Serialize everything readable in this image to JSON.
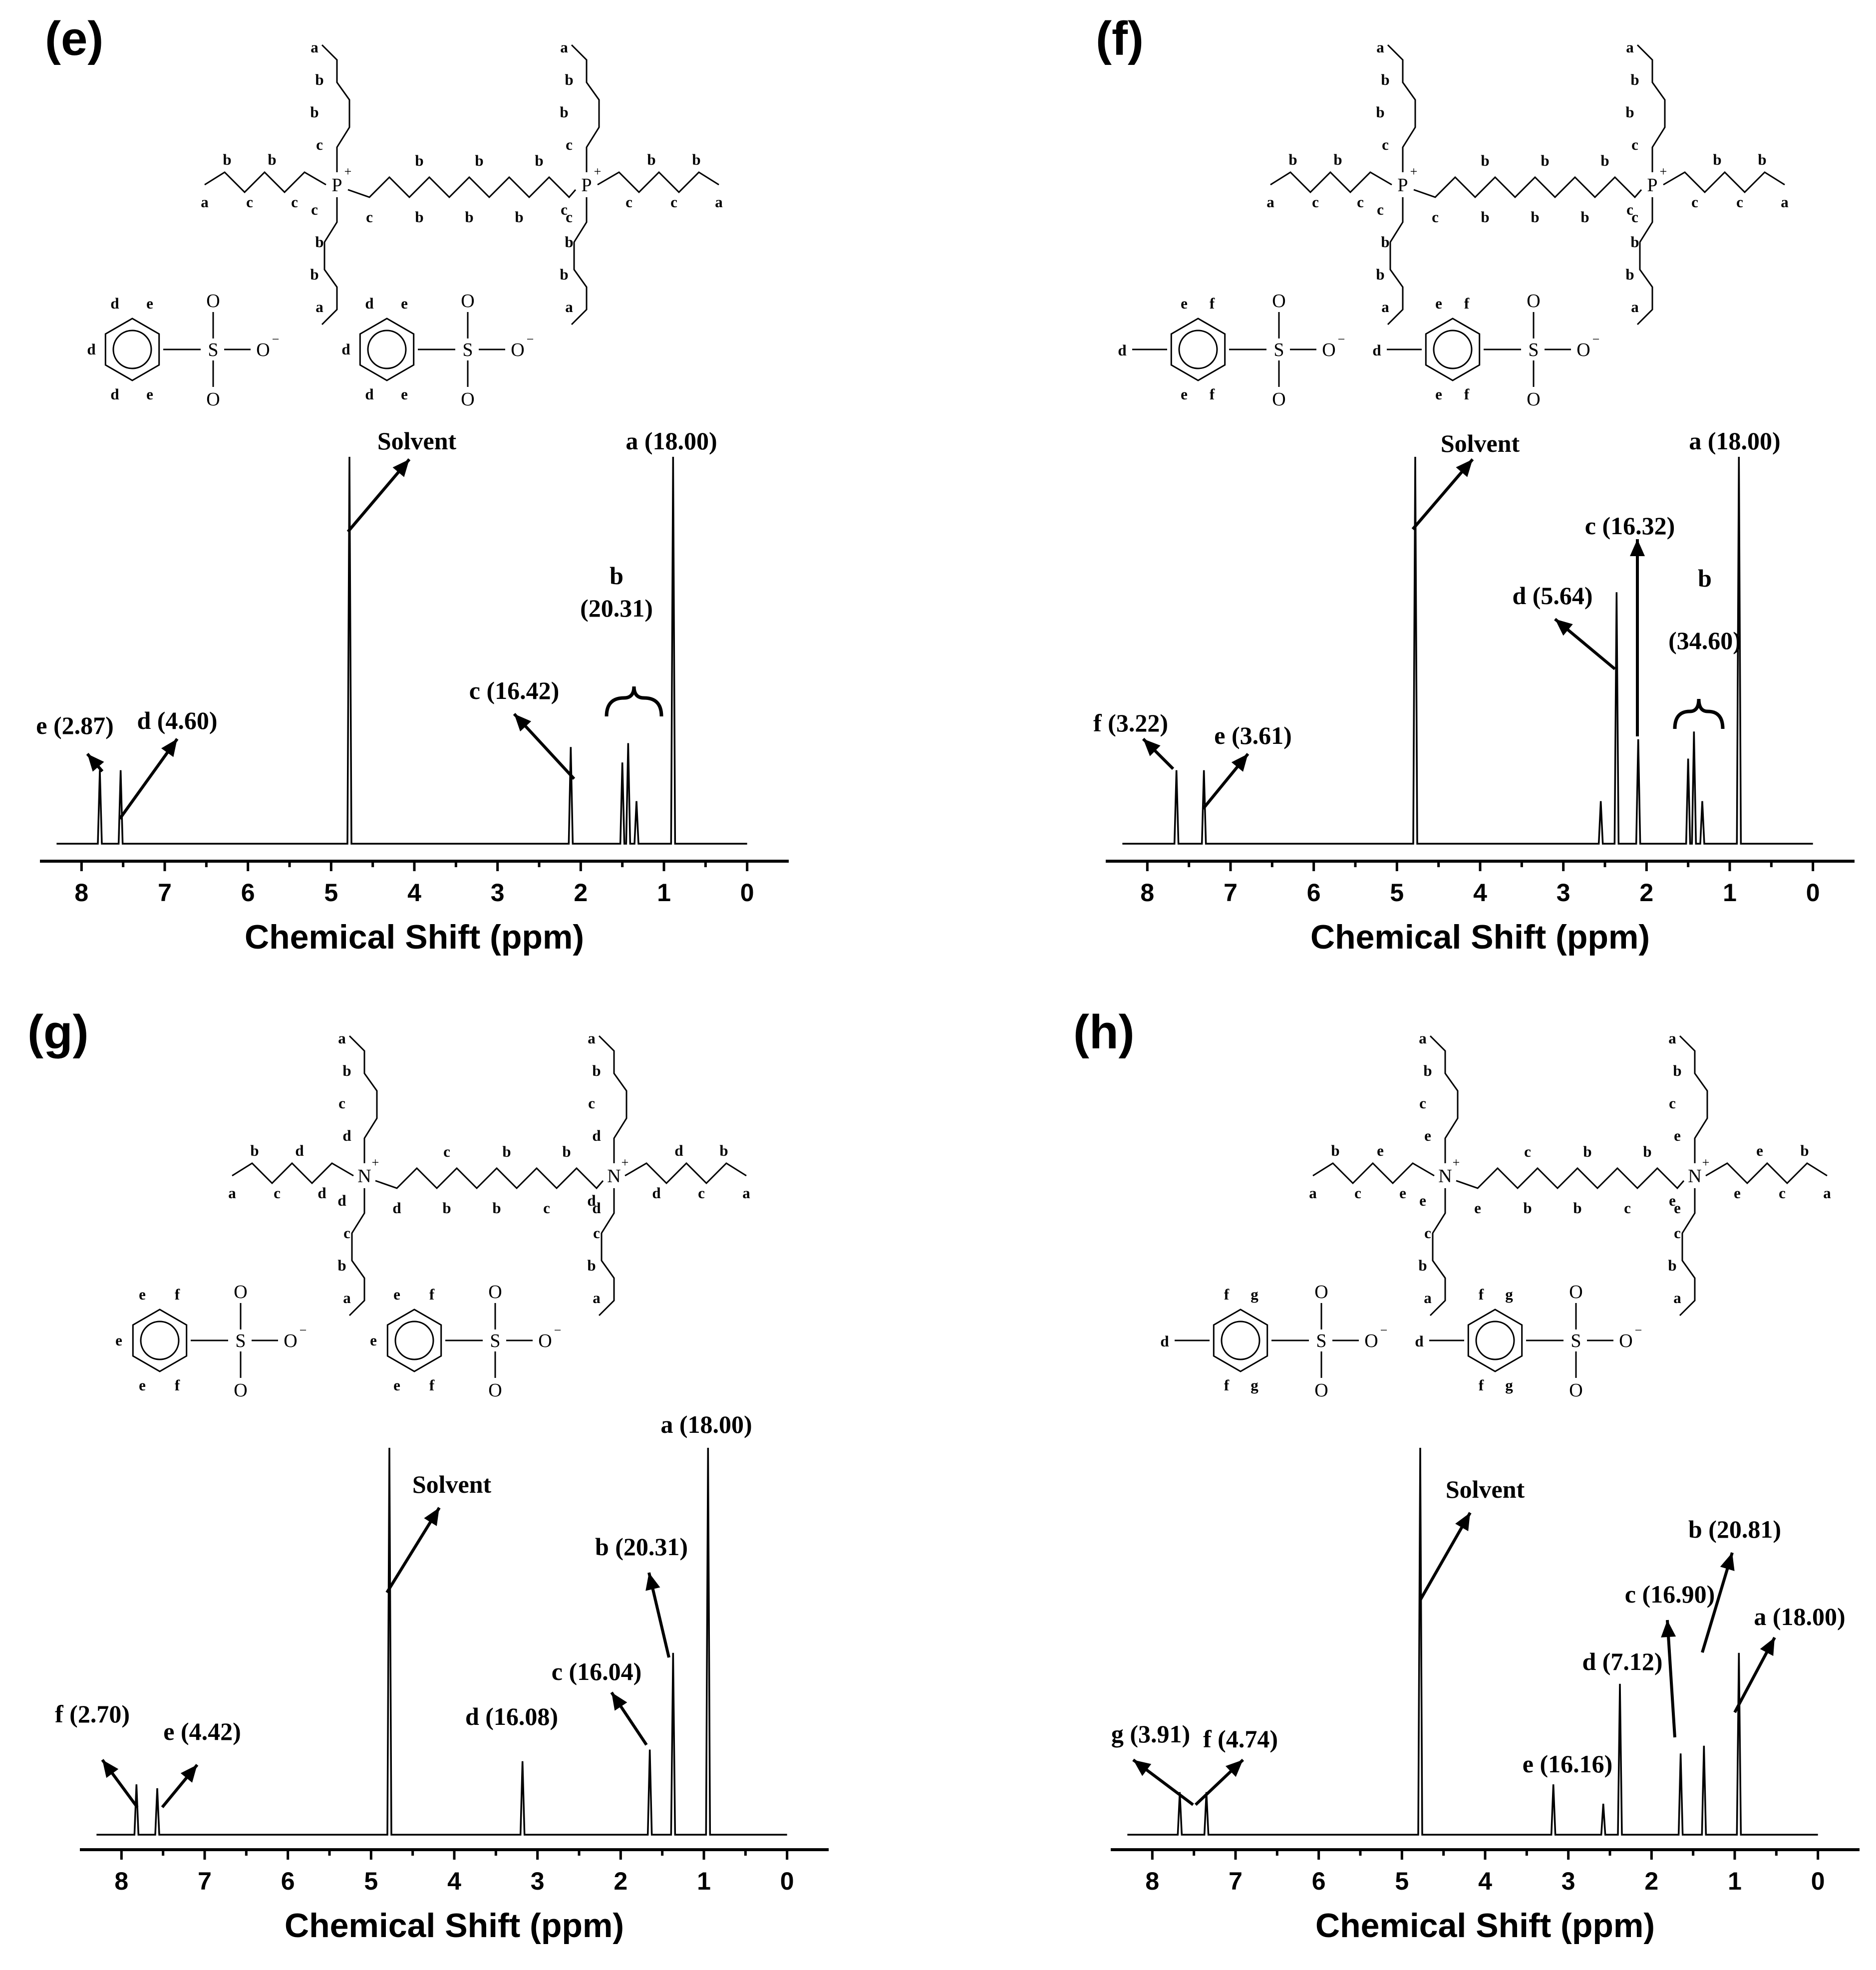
{
  "axis_title": "Chemical Shift (ppm)",
  "solvent_label": "Solvent",
  "structure_atoms": {
    "phosphorus": "P",
    "nitrogen": "N",
    "sulfur": "S",
    "oxygen": "O",
    "charge_plus": "+",
    "charge_minus": "−"
  },
  "chart_data": [
    {
      "panel": "(e)",
      "type": "line",
      "xlabel": "Chemical Shift (ppm)",
      "x_axis_reversed": true,
      "xlim": [
        8.5,
        -0.5
      ],
      "xticks": [
        "8",
        "7",
        "6",
        "5",
        "4",
        "3",
        "2",
        "1",
        "0"
      ],
      "peaks": [
        {
          "ppm": 7.78,
          "height": 0.19
        },
        {
          "ppm": 7.53,
          "height": 0.19
        },
        {
          "ppm": 4.78,
          "height": 1.0
        },
        {
          "ppm": 2.12,
          "height": 0.25
        },
        {
          "ppm": 1.5,
          "height": 0.21
        },
        {
          "ppm": 1.43,
          "height": 0.26
        },
        {
          "ppm": 1.33,
          "height": 0.11
        },
        {
          "ppm": 0.89,
          "height": 1.0
        }
      ],
      "annotations": [
        {
          "label": "e (2.87)"
        },
        {
          "label": "d (4.60)"
        },
        {
          "label": "Solvent"
        },
        {
          "label": "c (16.42)"
        },
        {
          "label": "b"
        },
        {
          "label": "(20.31)"
        },
        {
          "label": "a (18.00)"
        }
      ],
      "cation": "phosphonium",
      "cation_labels": {
        "left_arm": [
          "a",
          "b",
          "c",
          "b",
          "c"
        ],
        "up_arm": [
          "a",
          "b",
          "b",
          "c"
        ],
        "down_arm": [
          "c",
          "b",
          "b",
          "a"
        ],
        "linker_top": [
          "b",
          "b",
          "b"
        ],
        "linker_bottom": [
          "c",
          "b",
          "b",
          "b",
          "c"
        ]
      },
      "anion": "benzenesulfonate",
      "anion_labels": [
        "d",
        "e",
        "d",
        "d",
        "e"
      ]
    },
    {
      "panel": "(f)",
      "type": "line",
      "xlabel": "Chemical Shift (ppm)",
      "x_axis_reversed": true,
      "xlim": [
        8.5,
        -0.5
      ],
      "xticks": [
        "8",
        "7",
        "6",
        "5",
        "4",
        "3",
        "2",
        "1",
        "0"
      ],
      "peaks": [
        {
          "ppm": 7.65,
          "height": 0.19
        },
        {
          "ppm": 7.32,
          "height": 0.19
        },
        {
          "ppm": 4.78,
          "height": 1.0
        },
        {
          "ppm": 2.55,
          "height": 0.11
        },
        {
          "ppm": 2.36,
          "height": 0.65
        },
        {
          "ppm": 2.1,
          "height": 0.27
        },
        {
          "ppm": 1.5,
          "height": 0.22
        },
        {
          "ppm": 1.43,
          "height": 0.29
        },
        {
          "ppm": 1.33,
          "height": 0.11
        },
        {
          "ppm": 0.89,
          "height": 1.0
        }
      ],
      "annotations": [
        {
          "label": "f (3.22)"
        },
        {
          "label": "e (3.61)"
        },
        {
          "label": "Solvent"
        },
        {
          "label": "d (5.64)"
        },
        {
          "label": "c (16.32)"
        },
        {
          "label": "b"
        },
        {
          "label": "(34.60)"
        },
        {
          "label": "a (18.00)"
        }
      ],
      "cation": "phosphonium",
      "cation_labels": {
        "left_arm": [
          "a",
          "b",
          "c",
          "b",
          "c"
        ],
        "up_arm": [
          "a",
          "b",
          "b",
          "c"
        ],
        "down_arm": [
          "c",
          "b",
          "b",
          "a"
        ],
        "linker_top": [
          "b",
          "b",
          "b"
        ],
        "linker_bottom": [
          "c",
          "b",
          "b",
          "b",
          "c"
        ]
      },
      "anion": "p-toluenesulfonate",
      "anion_labels": [
        "d",
        "e",
        "f",
        "e",
        "f"
      ]
    },
    {
      "panel": "(g)",
      "type": "line",
      "xlabel": "Chemical Shift (ppm)",
      "x_axis_reversed": true,
      "xlim": [
        8.5,
        -0.5
      ],
      "xticks": [
        "8",
        "7",
        "6",
        "5",
        "4",
        "3",
        "2",
        "1",
        "0"
      ],
      "peaks": [
        {
          "ppm": 7.82,
          "height": 0.13
        },
        {
          "ppm": 7.57,
          "height": 0.12
        },
        {
          "ppm": 4.78,
          "height": 1.0
        },
        {
          "ppm": 3.18,
          "height": 0.19
        },
        {
          "ppm": 1.65,
          "height": 0.22
        },
        {
          "ppm": 1.37,
          "height": 0.47
        },
        {
          "ppm": 0.95,
          "height": 1.0
        }
      ],
      "annotations": [
        {
          "label": "f (2.70)"
        },
        {
          "label": "e (4.42)"
        },
        {
          "label": "Solvent"
        },
        {
          "label": "d (16.08)"
        },
        {
          "label": "c (16.04)"
        },
        {
          "label": "b (20.31)"
        },
        {
          "label": "a (18.00)"
        }
      ],
      "cation": "ammonium",
      "cation_labels": {
        "left_arm": [
          "a",
          "b",
          "c",
          "d",
          "d"
        ],
        "up_arm": [
          "a",
          "b",
          "c",
          "d"
        ],
        "down_arm": [
          "d",
          "c",
          "b",
          "a"
        ],
        "linker_top": [
          "c",
          "b",
          "b"
        ],
        "linker_bottom": [
          "d",
          "b",
          "b",
          "c",
          "d"
        ]
      },
      "anion": "benzenesulfonate",
      "anion_labels": [
        "e",
        "f",
        "e",
        "e",
        "f"
      ]
    },
    {
      "panel": "(h)",
      "type": "line",
      "xlabel": "Chemical Shift (ppm)",
      "x_axis_reversed": true,
      "xlim": [
        8.5,
        -0.5
      ],
      "xticks": [
        "8",
        "7",
        "6",
        "5",
        "4",
        "3",
        "2",
        "1",
        "0"
      ],
      "peaks": [
        {
          "ppm": 7.67,
          "height": 0.11
        },
        {
          "ppm": 7.35,
          "height": 0.11
        },
        {
          "ppm": 4.78,
          "height": 1.0
        },
        {
          "ppm": 3.18,
          "height": 0.13
        },
        {
          "ppm": 2.58,
          "height": 0.08
        },
        {
          "ppm": 2.38,
          "height": 0.39
        },
        {
          "ppm": 1.65,
          "height": 0.21
        },
        {
          "ppm": 1.37,
          "height": 0.23
        },
        {
          "ppm": 0.95,
          "height": 0.47
        }
      ],
      "annotations": [
        {
          "label": "g (3.91)"
        },
        {
          "label": "f (4.74)"
        },
        {
          "label": "Solvent"
        },
        {
          "label": "e (16.16)"
        },
        {
          "label": "d (7.12)"
        },
        {
          "label": "c (16.90)"
        },
        {
          "label": "b (20.81)"
        },
        {
          "label": "a (18.00)"
        }
      ],
      "cation": "ammonium",
      "cation_labels": {
        "left_arm": [
          "a",
          "b",
          "c",
          "e",
          "e"
        ],
        "up_arm": [
          "a",
          "b",
          "c",
          "e"
        ],
        "down_arm": [
          "e",
          "c",
          "b",
          "a"
        ],
        "linker_top": [
          "c",
          "b",
          "b"
        ],
        "linker_bottom": [
          "e",
          "b",
          "b",
          "c",
          "e"
        ]
      },
      "anion": "p-toluenesulfonate",
      "anion_labels": [
        "d",
        "f",
        "g",
        "f",
        "g"
      ]
    }
  ]
}
